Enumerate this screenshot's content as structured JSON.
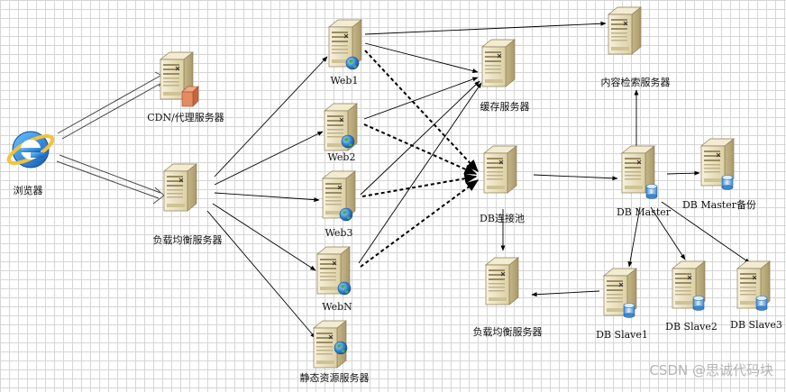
{
  "nodes": {
    "browser": "浏览器",
    "cdn": "CDN/代理服务器",
    "lb1": "负载均衡服务器",
    "web1": "Web1",
    "web2": "Web2",
    "web3": "Web3",
    "webn": "WebN",
    "static": "静态资源服务器",
    "cache": "缓存服务器",
    "search": "内容检索服务器",
    "dbpool": "DB连接池",
    "dbmaster": "DB Master",
    "dbbackup": "DB Master备份",
    "lb2": "负载均衡服务器",
    "slave1": "DB Slave1",
    "slave2": "DB Slave2",
    "slave3": "DB Slave3"
  },
  "watermark": "CSDN @思诚代码块",
  "colors": {
    "server_body": "#ece3c3",
    "server_dark": "#b9a97a",
    "globe": "#2f7fd0",
    "db_cylinder": "#5aa0e0",
    "firewall": "#e48b62",
    "ie_blue": "#1d70c9",
    "ie_ring": "#f2c23a"
  },
  "icons": {
    "server": "server-icon",
    "web": "web-server-globe-icon",
    "db": "database-cylinder-icon",
    "firewall": "firewall-icon",
    "browser": "internet-explorer-icon"
  }
}
